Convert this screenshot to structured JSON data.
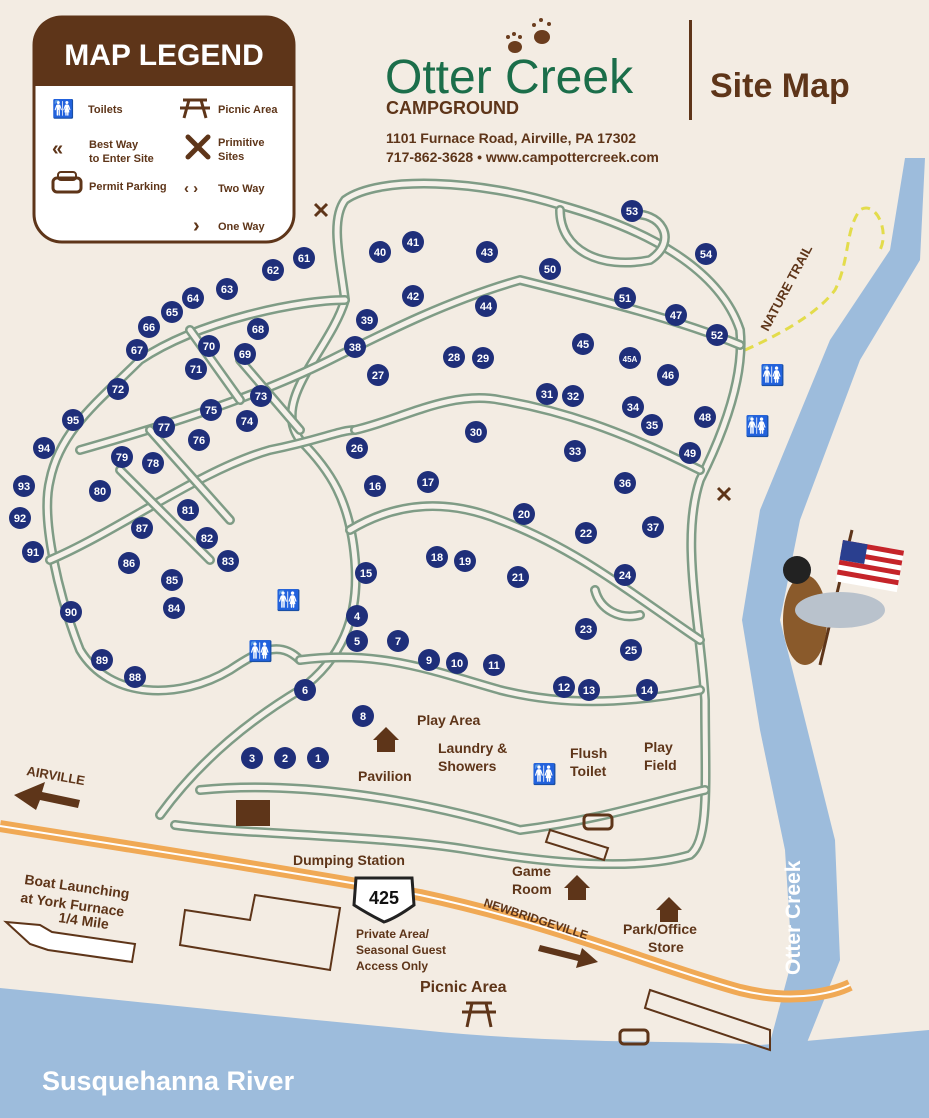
{
  "legend": {
    "title": "MAP LEGEND",
    "toilets": "Toilets",
    "picnic": "Picnic Area",
    "best_way_1": "Best Way",
    "best_way_2": "to Enter Site",
    "primitive_1": "Primitive",
    "primitive_2": "Sites",
    "parking": "Permit Parking",
    "two_way": "Two Way",
    "one_way": "One Way"
  },
  "header": {
    "brand": "Otter Creek",
    "sub": "CAMPGROUND",
    "title": "Site Map",
    "address": "1101 Furnace Road, Airville, PA 17302",
    "contact": "717-862-3628 • www.campottercreek.com"
  },
  "labels": {
    "nature_trail": "NATURE TRAIL",
    "airville": "AIRVILLE",
    "play_area": "Play Area",
    "laundry_1": "Laundry &",
    "laundry_2": "Showers",
    "flush_1": "Flush",
    "flush_2": "Toilet",
    "play_field_1": "Play",
    "play_field_2": "Field",
    "pavilion": "Pavilion",
    "dumping": "Dumping Station",
    "game_1": "Game",
    "game_2": "Room",
    "boat_1": "Boat Launching",
    "boat_2": "at York Furnace",
    "boat_3": "1/4 Mile",
    "route": "425",
    "private_1": "Private Area/",
    "private_2": "Seasonal Guest",
    "private_3": "Access Only",
    "newbridgeville": "NEWBRIDGEVILLE",
    "office_1": "Park/Office",
    "office_2": "Store",
    "picnic_area": "Picnic Area",
    "otter_creek": "Otter Creek",
    "river": "Susquehanna River"
  },
  "sites": [
    "53",
    "54",
    "50",
    "51",
    "47",
    "52",
    "45",
    "45A",
    "46",
    "48",
    "49",
    "34",
    "35",
    "31",
    "32",
    "33",
    "36",
    "37",
    "30",
    "28",
    "29",
    "27",
    "43",
    "44",
    "41",
    "42",
    "40",
    "39",
    "38",
    "61",
    "62",
    "63",
    "64",
    "65",
    "66",
    "67",
    "68",
    "69",
    "70",
    "71",
    "72",
    "73",
    "74",
    "75",
    "76",
    "77",
    "78",
    "79",
    "80",
    "95",
    "94",
    "93",
    "92",
    "91",
    "26",
    "16",
    "17",
    "20",
    "22",
    "21",
    "18",
    "19",
    "24",
    "23",
    "25",
    "15",
    "4",
    "5",
    "7",
    "9",
    "10",
    "11",
    "12",
    "13",
    "14",
    "6",
    "8",
    "3",
    "2",
    "1",
    "81",
    "82",
    "83",
    "87",
    "86",
    "85",
    "84",
    "90",
    "89",
    "88"
  ],
  "colors": {
    "brown": "#5e3519",
    "green": "#1b6e4a",
    "water": "#9dbcdc",
    "road": "#f0a955",
    "site": "#1f2f7a"
  }
}
